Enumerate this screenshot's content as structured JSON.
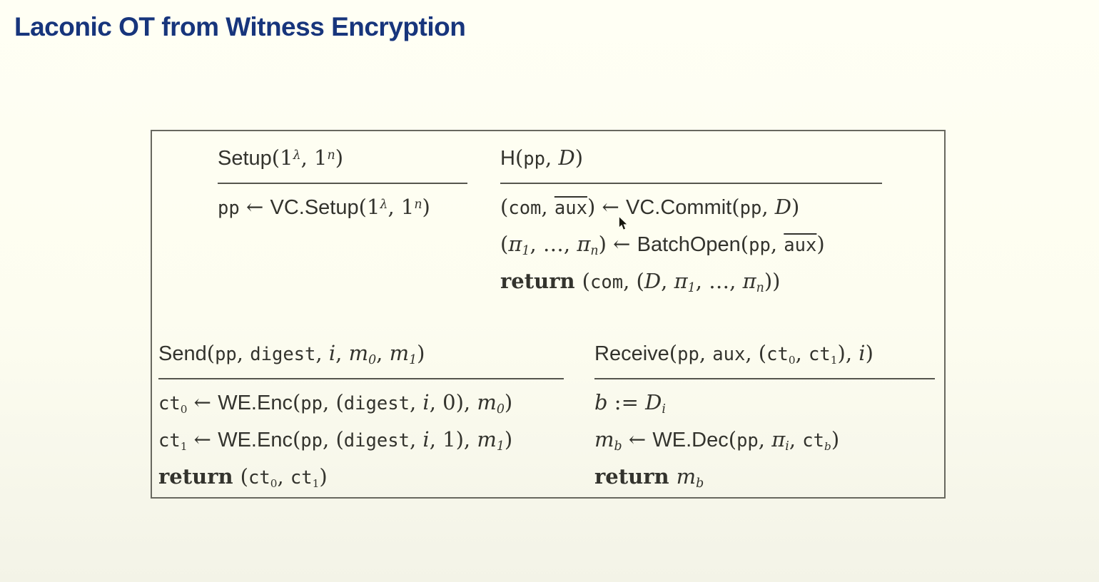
{
  "page": {
    "title": "Laconic OT from Witness Encryption",
    "colors": {
      "background": "#FDFDF0",
      "title": "#17357C",
      "text": "#33332D",
      "box_border": "#68685F"
    },
    "cursor": {
      "icon": "arrow-pointer-icon"
    }
  },
  "algorithms": {
    "setup": {
      "name": "Setup",
      "header": [
        {
          "f": "sf",
          "s": "Setup"
        },
        {
          "f": "rm",
          "s": "("
        },
        {
          "f": "rm",
          "s": "1",
          "sup": {
            "f": "it",
            "s": "λ"
          }
        },
        {
          "f": "rm",
          "s": ", "
        },
        {
          "f": "rm",
          "s": "1",
          "sup": {
            "f": "it",
            "s": "n"
          }
        },
        {
          "f": "rm",
          "s": ")"
        }
      ],
      "lines": [
        [
          {
            "f": "tt",
            "s": "pp"
          },
          {
            "f": "rm",
            "s": " ← "
          },
          {
            "f": "sf",
            "s": "VC.Setup"
          },
          {
            "f": "rm",
            "s": "("
          },
          {
            "f": "rm",
            "s": "1",
            "sup": {
              "f": "it",
              "s": "λ"
            }
          },
          {
            "f": "rm",
            "s": ", "
          },
          {
            "f": "rm",
            "s": "1",
            "sup": {
              "f": "it",
              "s": "n"
            }
          },
          {
            "f": "rm",
            "s": ")"
          }
        ]
      ]
    },
    "h": {
      "name": "H",
      "header": [
        {
          "f": "sf",
          "s": "H"
        },
        {
          "f": "rm",
          "s": "("
        },
        {
          "f": "tt",
          "s": "pp"
        },
        {
          "f": "rm",
          "s": ", "
        },
        {
          "f": "it",
          "s": "D"
        },
        {
          "f": "rm",
          "s": ")"
        }
      ],
      "lines": [
        [
          {
            "f": "rm",
            "s": "("
          },
          {
            "f": "tt",
            "s": "com"
          },
          {
            "f": "rm",
            "s": ", "
          },
          {
            "f": "tt",
            "s": "aux",
            "ov": true
          },
          {
            "f": "rm",
            "s": ") ← "
          },
          {
            "f": "sf",
            "s": "VC.Commit"
          },
          {
            "f": "rm",
            "s": "("
          },
          {
            "f": "tt",
            "s": "pp"
          },
          {
            "f": "rm",
            "s": ", "
          },
          {
            "f": "it",
            "s": "D"
          },
          {
            "f": "rm",
            "s": ")"
          }
        ],
        [
          {
            "f": "rm",
            "s": "("
          },
          {
            "f": "it",
            "s": "π",
            "sub": {
              "f": "rm",
              "s": "1"
            }
          },
          {
            "f": "rm",
            "s": ", …, "
          },
          {
            "f": "it",
            "s": "π",
            "sub": {
              "f": "it",
              "s": "n"
            }
          },
          {
            "f": "rm",
            "s": ") ← "
          },
          {
            "f": "sf",
            "s": "BatchOpen"
          },
          {
            "f": "rm",
            "s": "("
          },
          {
            "f": "tt",
            "s": "pp"
          },
          {
            "f": "rm",
            "s": ", "
          },
          {
            "f": "tt",
            "s": "aux",
            "ov": true
          },
          {
            "f": "rm",
            "s": ")"
          }
        ],
        [
          {
            "f": "bf",
            "s": "return "
          },
          {
            "f": "rm",
            "s": "("
          },
          {
            "f": "tt",
            "s": "com"
          },
          {
            "f": "rm",
            "s": ", ("
          },
          {
            "f": "it",
            "s": "D"
          },
          {
            "f": "rm",
            "s": ", "
          },
          {
            "f": "it",
            "s": "π",
            "sub": {
              "f": "rm",
              "s": "1"
            }
          },
          {
            "f": "rm",
            "s": ", …, "
          },
          {
            "f": "it",
            "s": "π",
            "sub": {
              "f": "it",
              "s": "n"
            }
          },
          {
            "f": "rm",
            "s": "))"
          }
        ]
      ]
    },
    "send": {
      "name": "Send",
      "header": [
        {
          "f": "sf",
          "s": "Send"
        },
        {
          "f": "rm",
          "s": "("
        },
        {
          "f": "tt",
          "s": "pp"
        },
        {
          "f": "rm",
          "s": ", "
        },
        {
          "f": "tt",
          "s": "digest"
        },
        {
          "f": "rm",
          "s": ", "
        },
        {
          "f": "it",
          "s": "i"
        },
        {
          "f": "rm",
          "s": ", "
        },
        {
          "f": "it",
          "s": "m",
          "sub": {
            "f": "rm",
            "s": "0"
          }
        },
        {
          "f": "rm",
          "s": ", "
        },
        {
          "f": "it",
          "s": "m",
          "sub": {
            "f": "rm",
            "s": "1"
          }
        },
        {
          "f": "rm",
          "s": ")"
        }
      ],
      "lines": [
        [
          {
            "f": "tt",
            "s": "ct",
            "sub": {
              "f": "rm",
              "s": "0"
            }
          },
          {
            "f": "rm",
            "s": " ← "
          },
          {
            "f": "sf",
            "s": "WE.Enc"
          },
          {
            "f": "rm",
            "s": "("
          },
          {
            "f": "tt",
            "s": "pp"
          },
          {
            "f": "rm",
            "s": ", ("
          },
          {
            "f": "tt",
            "s": "digest"
          },
          {
            "f": "rm",
            "s": ", "
          },
          {
            "f": "it",
            "s": "i"
          },
          {
            "f": "rm",
            "s": ", 0), "
          },
          {
            "f": "it",
            "s": "m",
            "sub": {
              "f": "rm",
              "s": "0"
            }
          },
          {
            "f": "rm",
            "s": ")"
          }
        ],
        [
          {
            "f": "tt",
            "s": "ct",
            "sub": {
              "f": "rm",
              "s": "1"
            }
          },
          {
            "f": "rm",
            "s": " ← "
          },
          {
            "f": "sf",
            "s": "WE.Enc"
          },
          {
            "f": "rm",
            "s": "("
          },
          {
            "f": "tt",
            "s": "pp"
          },
          {
            "f": "rm",
            "s": ", ("
          },
          {
            "f": "tt",
            "s": "digest"
          },
          {
            "f": "rm",
            "s": ", "
          },
          {
            "f": "it",
            "s": "i"
          },
          {
            "f": "rm",
            "s": ", 1), "
          },
          {
            "f": "it",
            "s": "m",
            "sub": {
              "f": "rm",
              "s": "1"
            }
          },
          {
            "f": "rm",
            "s": ")"
          }
        ],
        [
          {
            "f": "bf",
            "s": "return "
          },
          {
            "f": "rm",
            "s": "("
          },
          {
            "f": "tt",
            "s": "ct",
            "sub": {
              "f": "rm",
              "s": "0"
            }
          },
          {
            "f": "rm",
            "s": ", "
          },
          {
            "f": "tt",
            "s": "ct",
            "sub": {
              "f": "rm",
              "s": "1"
            }
          },
          {
            "f": "rm",
            "s": ")"
          }
        ]
      ]
    },
    "receive": {
      "name": "Receive",
      "header": [
        {
          "f": "sf",
          "s": "Receive"
        },
        {
          "f": "rm",
          "s": "("
        },
        {
          "f": "tt",
          "s": "pp"
        },
        {
          "f": "rm",
          "s": ", "
        },
        {
          "f": "tt",
          "s": "aux"
        },
        {
          "f": "rm",
          "s": ", ("
        },
        {
          "f": "tt",
          "s": "ct",
          "sub": {
            "f": "rm",
            "s": "0"
          }
        },
        {
          "f": "rm",
          "s": ", "
        },
        {
          "f": "tt",
          "s": "ct",
          "sub": {
            "f": "rm",
            "s": "1"
          }
        },
        {
          "f": "rm",
          "s": "), "
        },
        {
          "f": "it",
          "s": "i"
        },
        {
          "f": "rm",
          "s": ")"
        }
      ],
      "lines": [
        [
          {
            "f": "it",
            "s": "b"
          },
          {
            "f": "rm",
            "s": " := "
          },
          {
            "f": "it",
            "s": "D",
            "sub": {
              "f": "it",
              "s": "i"
            }
          }
        ],
        [
          {
            "f": "it",
            "s": "m",
            "sub": {
              "f": "it",
              "s": "b"
            }
          },
          {
            "f": "rm",
            "s": " ← "
          },
          {
            "f": "sf",
            "s": "WE.Dec"
          },
          {
            "f": "rm",
            "s": "("
          },
          {
            "f": "tt",
            "s": "pp"
          },
          {
            "f": "rm",
            "s": ", "
          },
          {
            "f": "it",
            "s": "π",
            "sub": {
              "f": "it",
              "s": "i"
            }
          },
          {
            "f": "rm",
            "s": ", "
          },
          {
            "f": "tt",
            "s": "ct",
            "sub": {
              "f": "it",
              "s": "b"
            }
          },
          {
            "f": "rm",
            "s": ")"
          }
        ],
        [
          {
            "f": "bf",
            "s": "return "
          },
          {
            "f": "it",
            "s": "m",
            "sub": {
              "f": "it",
              "s": "b"
            }
          }
        ]
      ]
    }
  }
}
